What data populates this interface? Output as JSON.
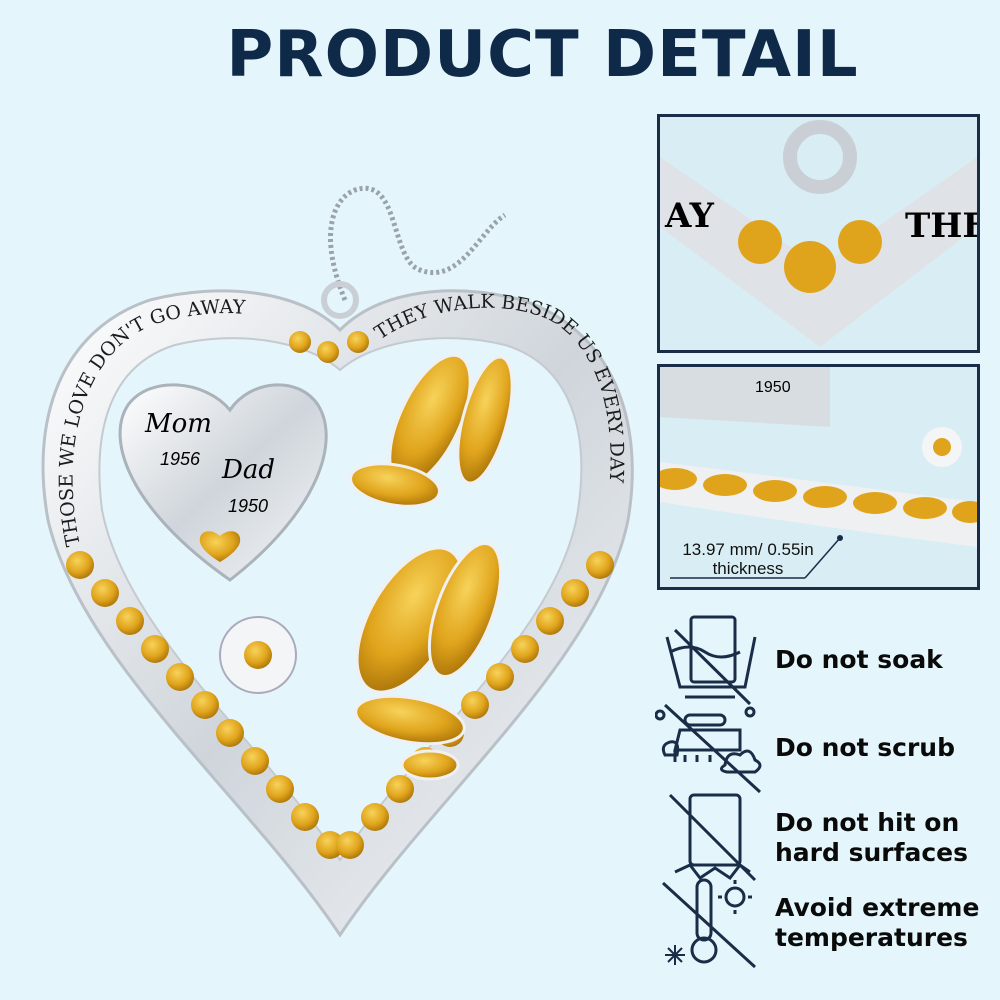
{
  "header": {
    "title": "PRODUCT DETAIL"
  },
  "product": {
    "inscription_left": "THOSE WE LOVE DON'T GO AWAY",
    "inscription_right": "THEY WALK BESIDE US EVERY DAY",
    "name1": "Mom",
    "year1": "1956",
    "name2": "Dad",
    "year2": "1950",
    "gem_color": "#e0a41c",
    "metal_color": "#d9dde2"
  },
  "detail_panels": {
    "top_fragment_left": "AY",
    "top_fragment_right": "THE",
    "thickness_value": "13.97 mm/ 0.55in",
    "thickness_label": "thickness",
    "frag_year": "1950"
  },
  "care": [
    {
      "icon": "no-soak-icon",
      "label": "Do not soak"
    },
    {
      "icon": "no-scrub-icon",
      "label": "Do not scrub"
    },
    {
      "icon": "no-hit-icon",
      "label": "Do not hit on hard surfaces"
    },
    {
      "icon": "no-extreme-temperature-icon",
      "label": "Avoid extreme temperatures"
    }
  ],
  "colors": {
    "title": "#0f2a48",
    "background": "#e4f6fb",
    "panel_border": "#1a2d48"
  }
}
